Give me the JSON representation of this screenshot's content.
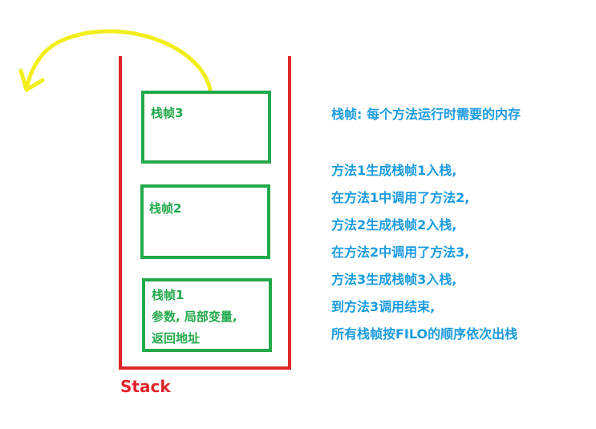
{
  "colors": {
    "stack": "#e0252b",
    "frame": "#22a94b",
    "text": "#1a9be0",
    "arrow": "#f2ee1c"
  },
  "frames": [
    {
      "lines": [
        "栈帧3"
      ]
    },
    {
      "lines": [
        "栈帧2"
      ]
    },
    {
      "lines": [
        "栈帧1",
        "参数, 局部变量,",
        "返回地址"
      ]
    }
  ],
  "stack_label": "Stack",
  "description": {
    "title": "栈帧: 每个方法运行时需要的内存",
    "steps": [
      "方法1生成栈帧1入栈,",
      "在方法1中调用了方法2,",
      "方法2生成栈帧2入栈,",
      "在方法2中调用了方法3,",
      "方法3生成栈帧3入栈,",
      "到方法3调用结束,",
      "所有栈帧按FILO的顺序依次出栈"
    ]
  },
  "arrow_icon": "curved-arrow-pop"
}
